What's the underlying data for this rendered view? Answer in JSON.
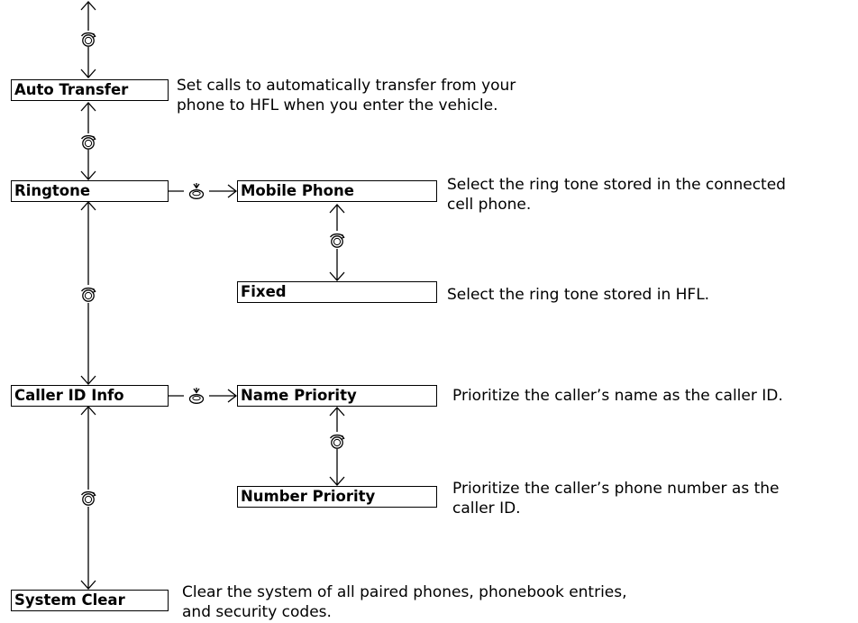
{
  "menu": {
    "auto_transfer": {
      "label": "Auto Transfer",
      "desc": [
        "Set calls to automatically transfer from your",
        "phone to HFL when you enter the vehicle."
      ]
    },
    "ringtone": {
      "label": "Ringtone",
      "options": {
        "mobile_phone": {
          "label": "Mobile Phone",
          "desc": [
            "Select the ring tone stored in the connected",
            "cell phone."
          ]
        },
        "fixed": {
          "label": "Fixed",
          "desc": [
            "Select the ring tone stored in HFL."
          ]
        }
      }
    },
    "caller_id_info": {
      "label": "Caller ID Info",
      "options": {
        "name_priority": {
          "label": "Name Priority",
          "desc": [
            "Prioritize the caller’s name as the caller ID."
          ]
        },
        "number_priority": {
          "label": "Number Priority",
          "desc": [
            "Prioritize the caller’s phone number as the",
            "caller ID."
          ]
        }
      }
    },
    "system_clear": {
      "label": "System Clear",
      "desc": [
        "Clear the system of all paired phones, phonebook entries,",
        "and security codes."
      ]
    }
  },
  "icons": {
    "rotate": "rotate-knob-icon",
    "press": "press-knob-icon"
  }
}
